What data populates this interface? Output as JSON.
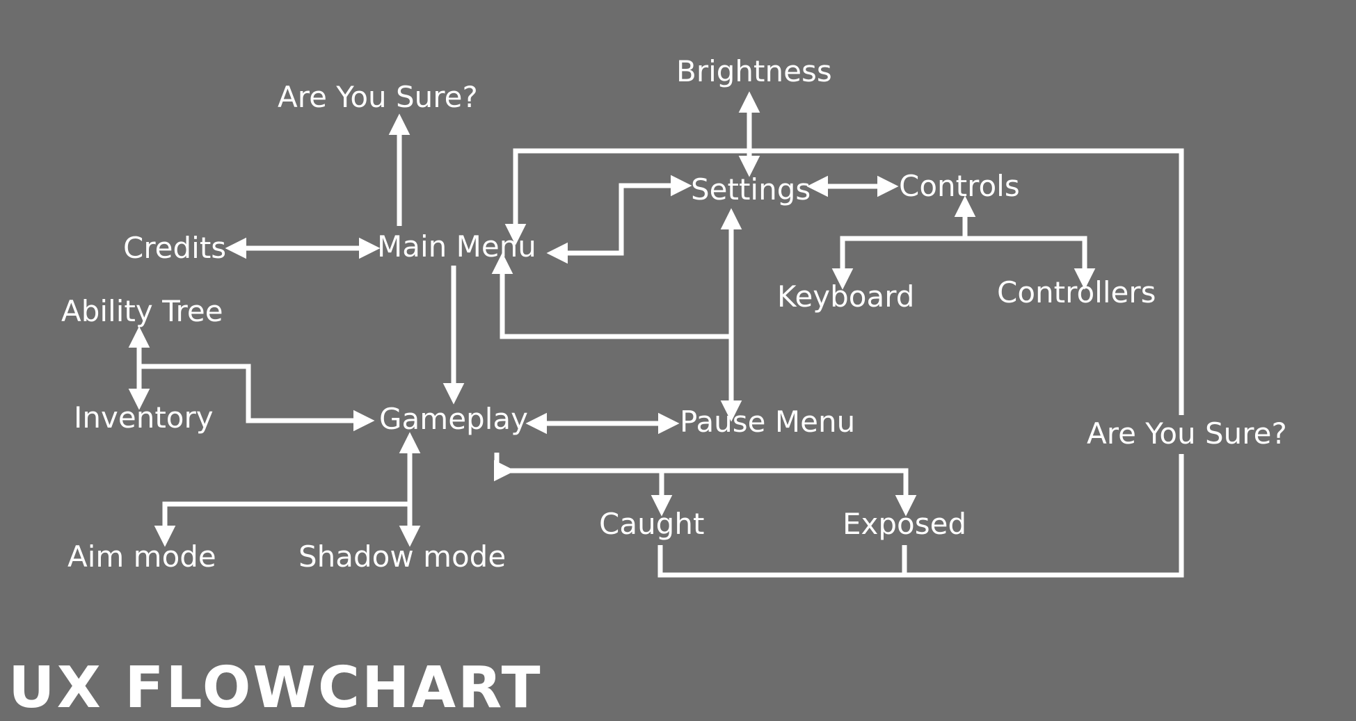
{
  "title": "UX FLOWCHART",
  "colors": {
    "background": "#6d6d6d",
    "foreground": "#ffffff"
  },
  "nodes": {
    "brightness": "Brightness",
    "are_you_sure_top": "Are You Sure?",
    "settings": "Settings",
    "controls": "Controls",
    "credits": "Credits",
    "main_menu": "Main Menu",
    "keyboard": "Keyboard",
    "controllers": "Controllers",
    "ability_tree": "Ability Tree",
    "inventory": "Inventory",
    "gameplay": "Gameplay",
    "pause_menu": "Pause Menu",
    "are_you_sure_right": "Are You Sure?",
    "caught": "Caught",
    "exposed": "Exposed",
    "aim_mode": "Aim mode",
    "shadow_mode": "Shadow mode"
  }
}
